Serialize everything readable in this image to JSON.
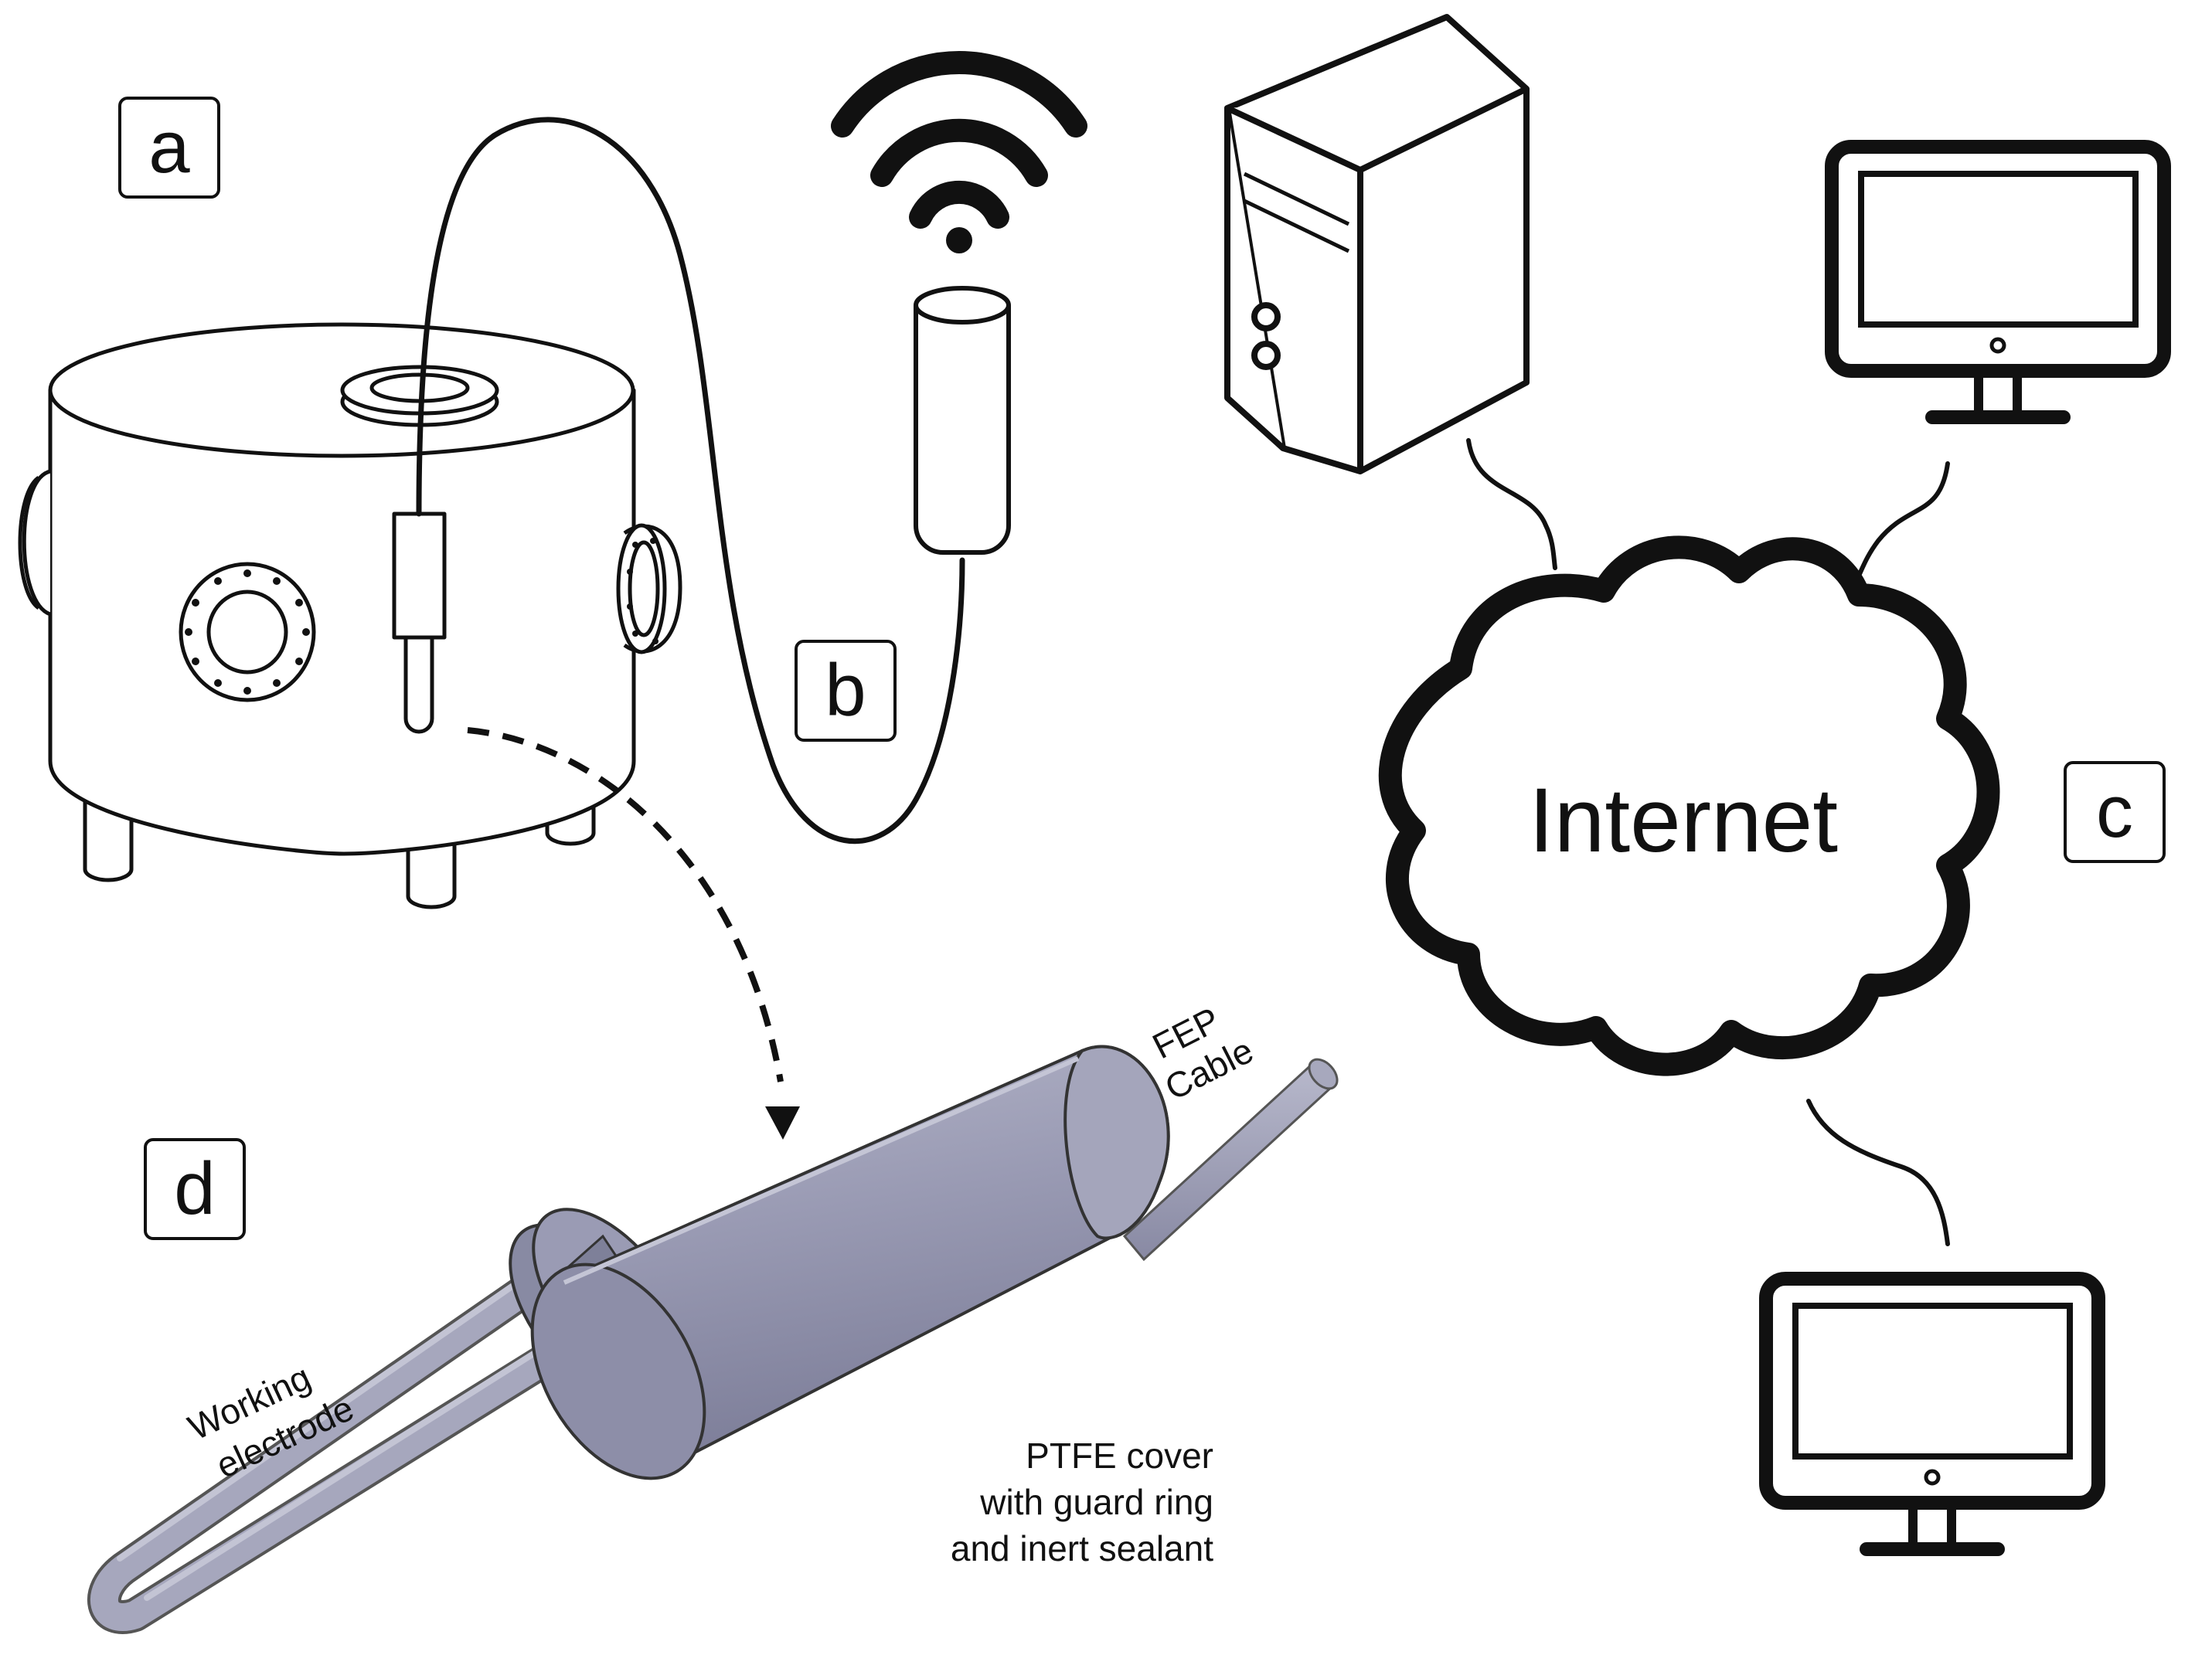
{
  "panels": {
    "a": "a",
    "b": "b",
    "c": "c",
    "d": "d"
  },
  "cloud_label": "Internet",
  "captions": {
    "fep_cable": [
      "FEP",
      "Cable"
    ],
    "working_electrode": [
      "Working",
      "electrode"
    ],
    "ptfe_cover": [
      "PTFE cover",
      "with guard ring",
      "and inert sealant"
    ]
  },
  "icons": {
    "vessel": "vacuum-chamber-icon",
    "wifi": "wifi-icon",
    "transmitter": "wireless-transmitter-icon",
    "server": "server-tower-icon",
    "monitor": "monitor-icon",
    "cloud": "cloud-icon",
    "probe": "probe-3d-render"
  },
  "colors": {
    "line": "#111111",
    "probe_body": "#9a9bb4",
    "probe_shadow": "#6f708a",
    "probe_light": "#b9bacb",
    "background": "#ffffff"
  }
}
